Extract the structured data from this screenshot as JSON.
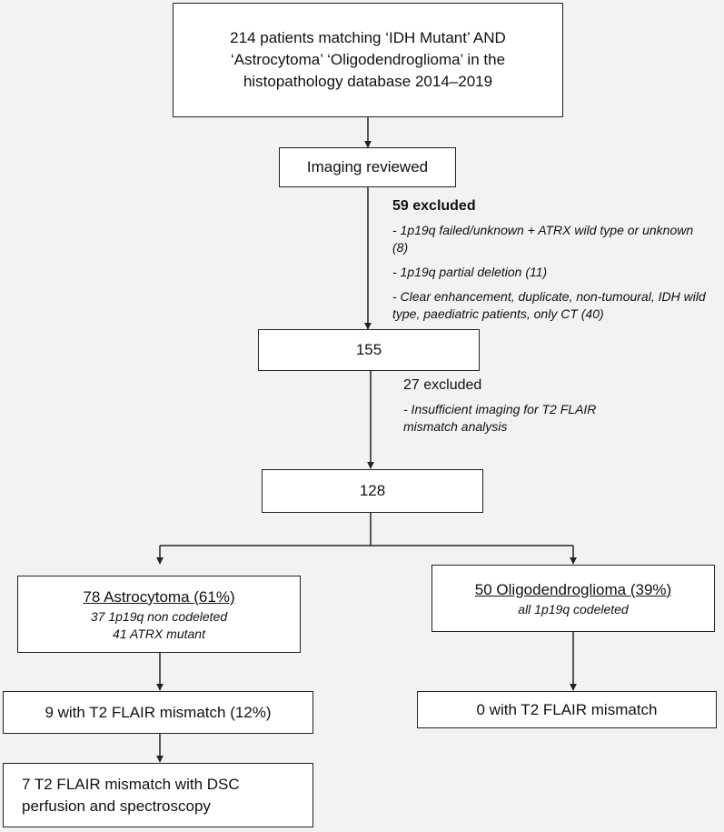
{
  "boxes": {
    "source": {
      "text": "214 patients matching ‘IDH Mutant’ AND ‘Astrocytoma’ ‘Oligodendroglioma’ in the histopathology database 2014–2019"
    },
    "reviewed": {
      "text": "Imaging reviewed"
    },
    "n155": {
      "text": "155"
    },
    "n128": {
      "text": "128"
    },
    "astro": {
      "title": "78 Astrocytoma (61%)",
      "line1": "37 1p19q non codeleted",
      "line2": "41 ATRX mutant"
    },
    "oligo": {
      "title": "50 Oligodendroglioma (39%)",
      "line1": "all 1p19q codeleted"
    },
    "astro_mismatch": {
      "text": "9 with T2 FLAIR mismatch (12%)"
    },
    "oligo_mismatch": {
      "text": "0 with T2 FLAIR mismatch"
    },
    "dsc": {
      "text": "7 T2 FLAIR mismatch with DSC perfusion and spectroscopy"
    }
  },
  "exclusions": {
    "first": {
      "heading": "59 excluded",
      "items": [
        "- 1p19q failed/unknown + ATRX wild type or unknown (8)",
        "- 1p19q partial deletion (11)",
        "- Clear enhancement, duplicate, non-tumoural, IDH wild type, paediatric patients, only CT (40)"
      ]
    },
    "second": {
      "heading": "27 excluded",
      "items": [
        "- Insufficient imaging for T2 FLAIR mismatch analysis"
      ]
    }
  },
  "colors": {
    "line": "#222222",
    "box_fill": "#ffffff",
    "background": "#f2f2f2"
  }
}
